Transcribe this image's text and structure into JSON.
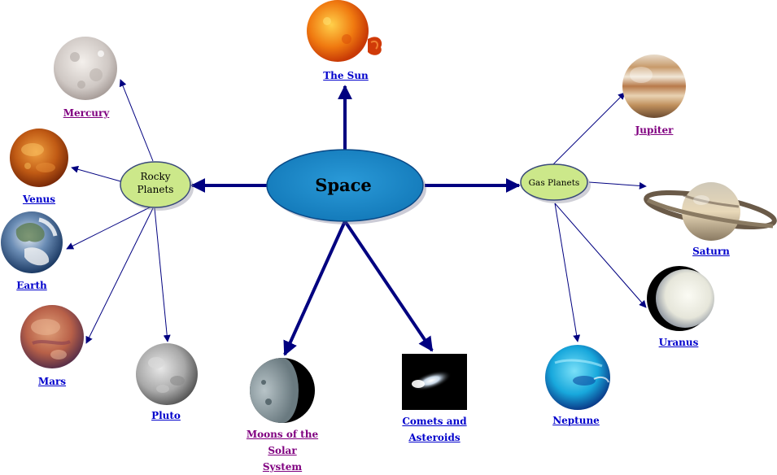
{
  "center": {
    "label": "Space"
  },
  "categories": {
    "rocky": {
      "line1": "Rocky",
      "line2": "Planets"
    },
    "gas": {
      "label": "Gas Planets"
    }
  },
  "links": {
    "sun": "The Sun",
    "mercury": "Mercury",
    "venus": "Venus",
    "earth": "Earth",
    "mars": "Mars",
    "pluto": "Pluto",
    "moons": [
      "Moons of the",
      "Solar",
      "System"
    ],
    "comets": [
      "Comets and",
      "Asteroids"
    ],
    "jupiter": "Jupiter",
    "saturn": "Saturn",
    "uranus": "Uranus",
    "neptune": "Neptune"
  },
  "colors": {
    "arrow": "#000080",
    "center_fill": "#1a8ccc",
    "category_fill": "#cce88a",
    "link_visited": "#800080",
    "link_unvisited": "#0000cc"
  }
}
